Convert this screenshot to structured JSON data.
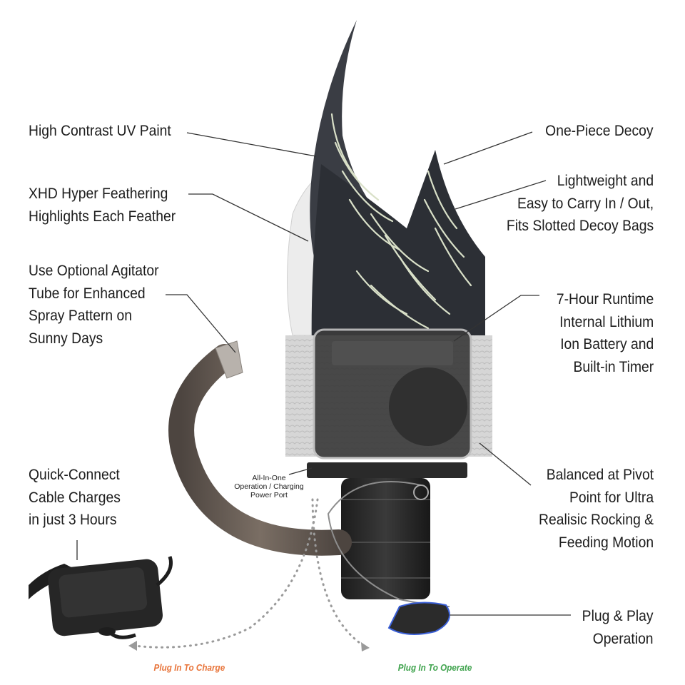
{
  "left_callouts": [
    {
      "lines": [
        "High Contrast UV Paint"
      ]
    },
    {
      "lines": [
        "XHD Hyper Feathering",
        "Highlights Each Feather"
      ]
    },
    {
      "lines": [
        "Use Optional Agitator",
        "Tube for Enhanced",
        "Spray Pattern on",
        "Sunny Days"
      ]
    },
    {
      "lines": [
        "Quick-Connect",
        "Cable Charges",
        "in just 3 Hours"
      ]
    }
  ],
  "right_callouts": [
    {
      "lines": [
        "One-Piece Decoy"
      ]
    },
    {
      "lines": [
        "Lightweight and",
        "Easy to Carry In / Out,",
        "Fits Slotted Decoy Bags"
      ]
    },
    {
      "lines": [
        "7-Hour Runtime",
        "Internal Lithium",
        "Ion Battery and",
        "Built-in Timer"
      ]
    },
    {
      "lines": [
        "Balanced at Pivot",
        "Point for Ultra",
        "Realisic Rocking &",
        "Feeding Motion"
      ]
    },
    {
      "lines": [
        "Plug & Play",
        "Operation"
      ]
    }
  ],
  "port_label": {
    "lines": [
      "All-In-One",
      "Operation / Charging",
      "Power Port"
    ]
  },
  "plug_charge": {
    "text": "Plug In To Charge",
    "color": "#e8743a"
  },
  "plug_operate": {
    "text": "Plug In To Operate",
    "color": "#3fa34d"
  },
  "colors": {
    "text": "#1d1d1d",
    "leader": "#333333",
    "tube": "#6a5f55",
    "body": "#2c2c2c",
    "dots": "#999999"
  }
}
